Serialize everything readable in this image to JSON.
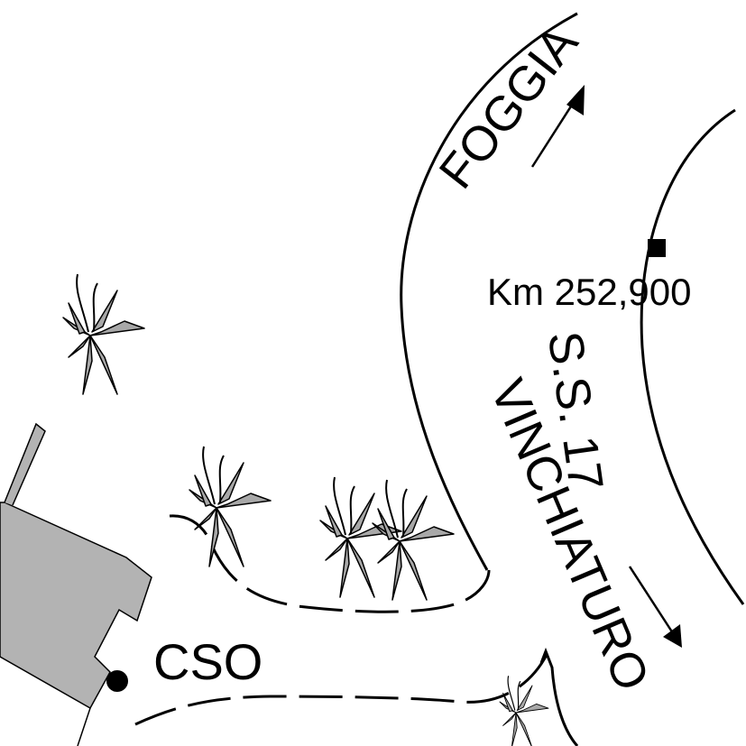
{
  "labels": {
    "foggia": "FOGGIA",
    "vinchiaturo": "VINCHIATURO",
    "road": "S.S. 17",
    "km": "Km 252,900",
    "cso": "CSO"
  },
  "icons": {
    "plant": "plant-icon",
    "km_marker": "square-marker-icon",
    "cso_point": "circle-marker-icon",
    "direction": "arrow-icon"
  },
  "colors": {
    "line": "#000000",
    "building": "#b3b3b3",
    "plant": "#a8a8a8",
    "background": "#ffffff"
  }
}
